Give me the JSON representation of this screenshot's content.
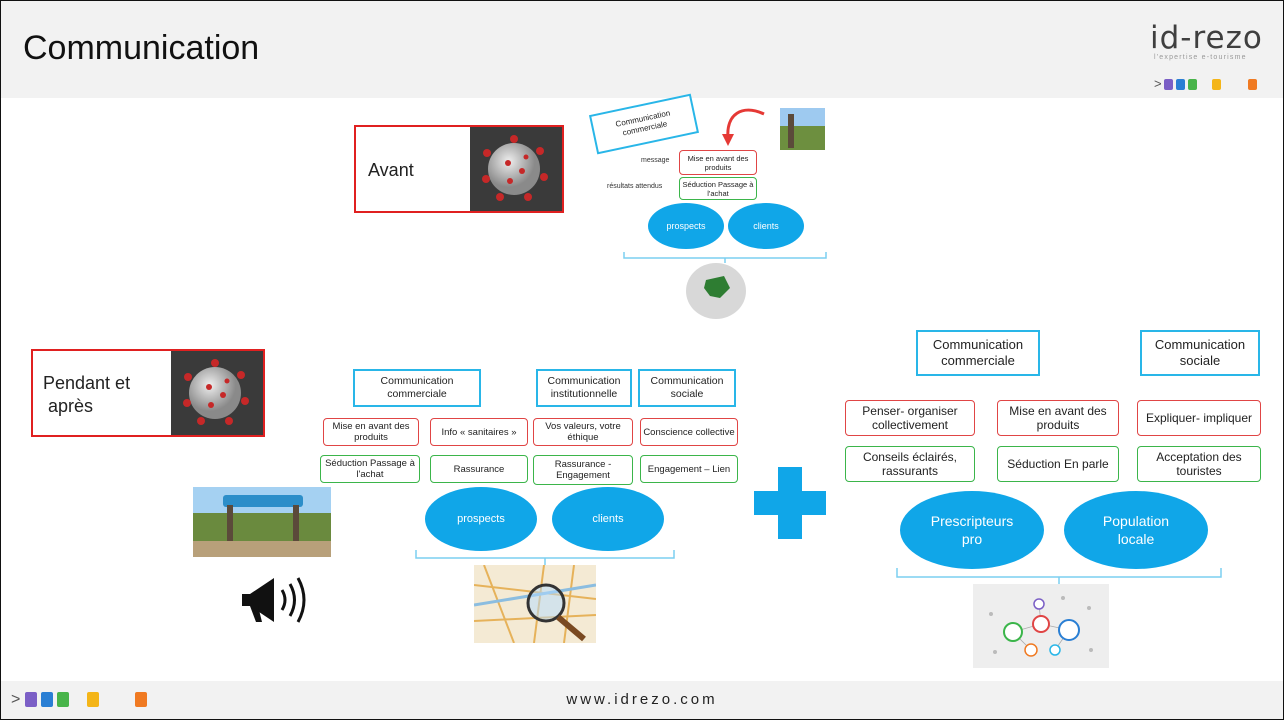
{
  "slide": {
    "title": "Communication",
    "footer_url": "www.idrezo.com"
  },
  "logo": {
    "word_a": "id",
    "word_b": "-rezo",
    "tagline": "l'expertise e-tourisme",
    "chevron": ">"
  },
  "colors": {
    "accent_blue": "#29b6e8",
    "ellipse_blue": "#10a6e8",
    "message_red": "#e04545",
    "result_green": "#3bb54a",
    "tag_red": "#e02020",
    "plus_blue": "#10a6e8"
  },
  "avant": {
    "tag_label": "Avant",
    "diagram": {
      "heading": "Communication commerciale",
      "row_label_message": "message",
      "row_label_results": "résultats attendus",
      "message": "Mise en avant des produits",
      "result": "Séduction Passage à l'achat",
      "ellipses": [
        "prospects",
        "clients"
      ]
    }
  },
  "pendant": {
    "tag_label_line1": "Pendant et",
    "tag_label_line2": " après",
    "diagram": {
      "headings": [
        "Communication commerciale",
        "Communication institutionnelle",
        "Communication sociale"
      ],
      "messages": [
        "Mise en avant des produits",
        "Info « sanitaires »",
        "Vos valeurs, votre éthique",
        "Conscience collective"
      ],
      "results": [
        "Séduction Passage à l'achat",
        "Rassurance",
        "Rassurance - Engagement",
        "Engagement – Lien"
      ],
      "ellipses": [
        "prospects",
        "clients"
      ]
    }
  },
  "plus_diagram": {
    "headings": [
      "Communication commerciale",
      "Communication sociale"
    ],
    "messages": [
      "Penser- organiser collectivement",
      "Mise en avant des produits",
      "Expliquer- impliquer"
    ],
    "results": [
      "Conseils éclairés, rassurants",
      "Séduction En parle",
      "Acceptation des touristes"
    ],
    "ellipses": [
      "Prescripteurs pro",
      "Population locale"
    ]
  }
}
